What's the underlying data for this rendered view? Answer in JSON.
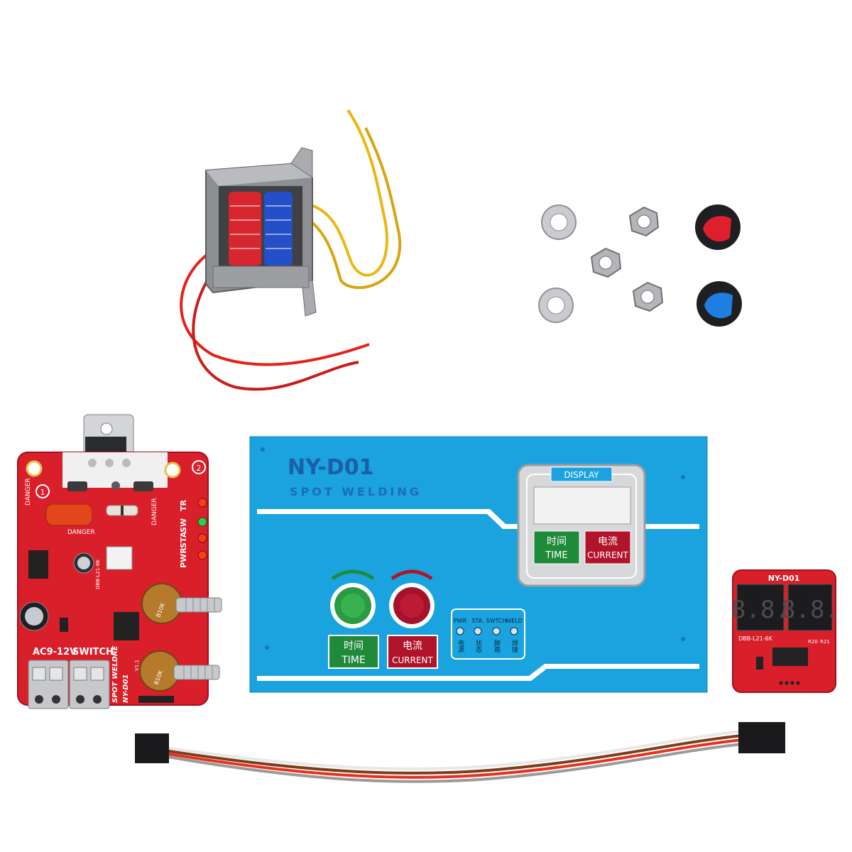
{
  "colors": {
    "panel_blue": "#1aa3de",
    "board_red": "#d81f2a",
    "wire_red": "#e3231c",
    "wire_yellow": "#e9b815",
    "coil_red": "#d8262e",
    "coil_blue": "#2350c8",
    "btn_green": "#1f8a3a",
    "btn_red": "#b0142a"
  },
  "panel": {
    "model": "NY-D01",
    "subtitle": "SPOT WELDING",
    "display_label": "DISPLAY",
    "time_cn": "时间",
    "time_en": "TIME",
    "current_cn": "电流",
    "current_en": "CURRENT",
    "btn_time_cn": "时间",
    "btn_time_en": "TIME",
    "btn_current_cn": "电流",
    "btn_current_en": "CURRENT",
    "ind_pwr": "PWR",
    "ind_sta": "STA.",
    "ind_swtch": "SWTCH",
    "ind_weld": "WELD",
    "ind_pwr_cn": "电源",
    "ind_sta_cn": "状态",
    "ind_swtch_cn": "脚踏",
    "ind_weld_cn": "焊接"
  },
  "main_board": {
    "danger_1": "DANGER",
    "danger_2": "DANGER",
    "danger_3": "DANGER",
    "power_label": "AC9-12V",
    "switch_label": "SWITCH",
    "brand_line1": "SPOT WELDRE",
    "brand_line2": "NY-D01",
    "version": "V1.1",
    "led_pwr": "PWR",
    "led_sta": "STA",
    "led_sw": "SW",
    "led_tr": "TR",
    "pot_1": "B10K",
    "pot_2": "B10K",
    "ic_label": "DBB-L21-6K",
    "corner_1": "1",
    "corner_2": "2"
  },
  "display_board": {
    "title": "NY-D01",
    "left_digits": "8.8.",
    "right_digits": "8.8.",
    "part_label": "DBB-L21-6K",
    "r20": "R20",
    "r21": "R21"
  }
}
